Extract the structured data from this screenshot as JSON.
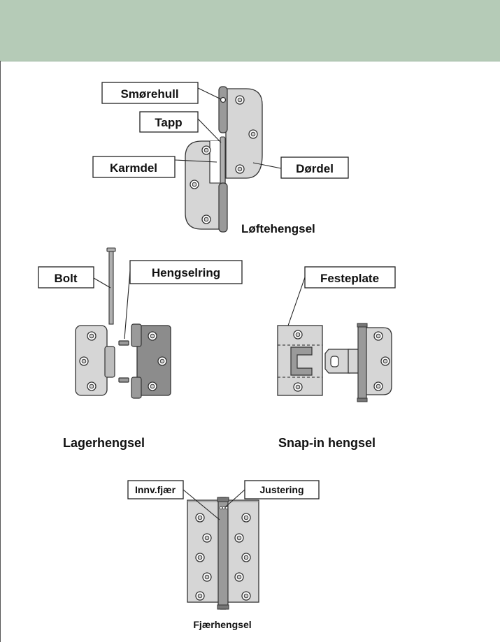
{
  "labels": {
    "smorehull": "Smørehull",
    "tapp": "Tapp",
    "karmdel": "Karmdel",
    "dordel": "Dørdel",
    "bolt": "Bolt",
    "hengselring": "Hengselring",
    "festeplate": "Festeplate",
    "innv_fjaer": "Innv.fjær",
    "justering": "Justering"
  },
  "captions": {
    "loftehengsel": "Løftehengsel",
    "lagerhengsel": "Lagerhengsel",
    "snapin": "Snap-in hengsel",
    "fjaerhengsel": "Fjærhengsel"
  },
  "colors": {
    "header": "#b5cbb7",
    "plate": "#d6d6d6",
    "plate_dark": "#8c8c8c"
  }
}
